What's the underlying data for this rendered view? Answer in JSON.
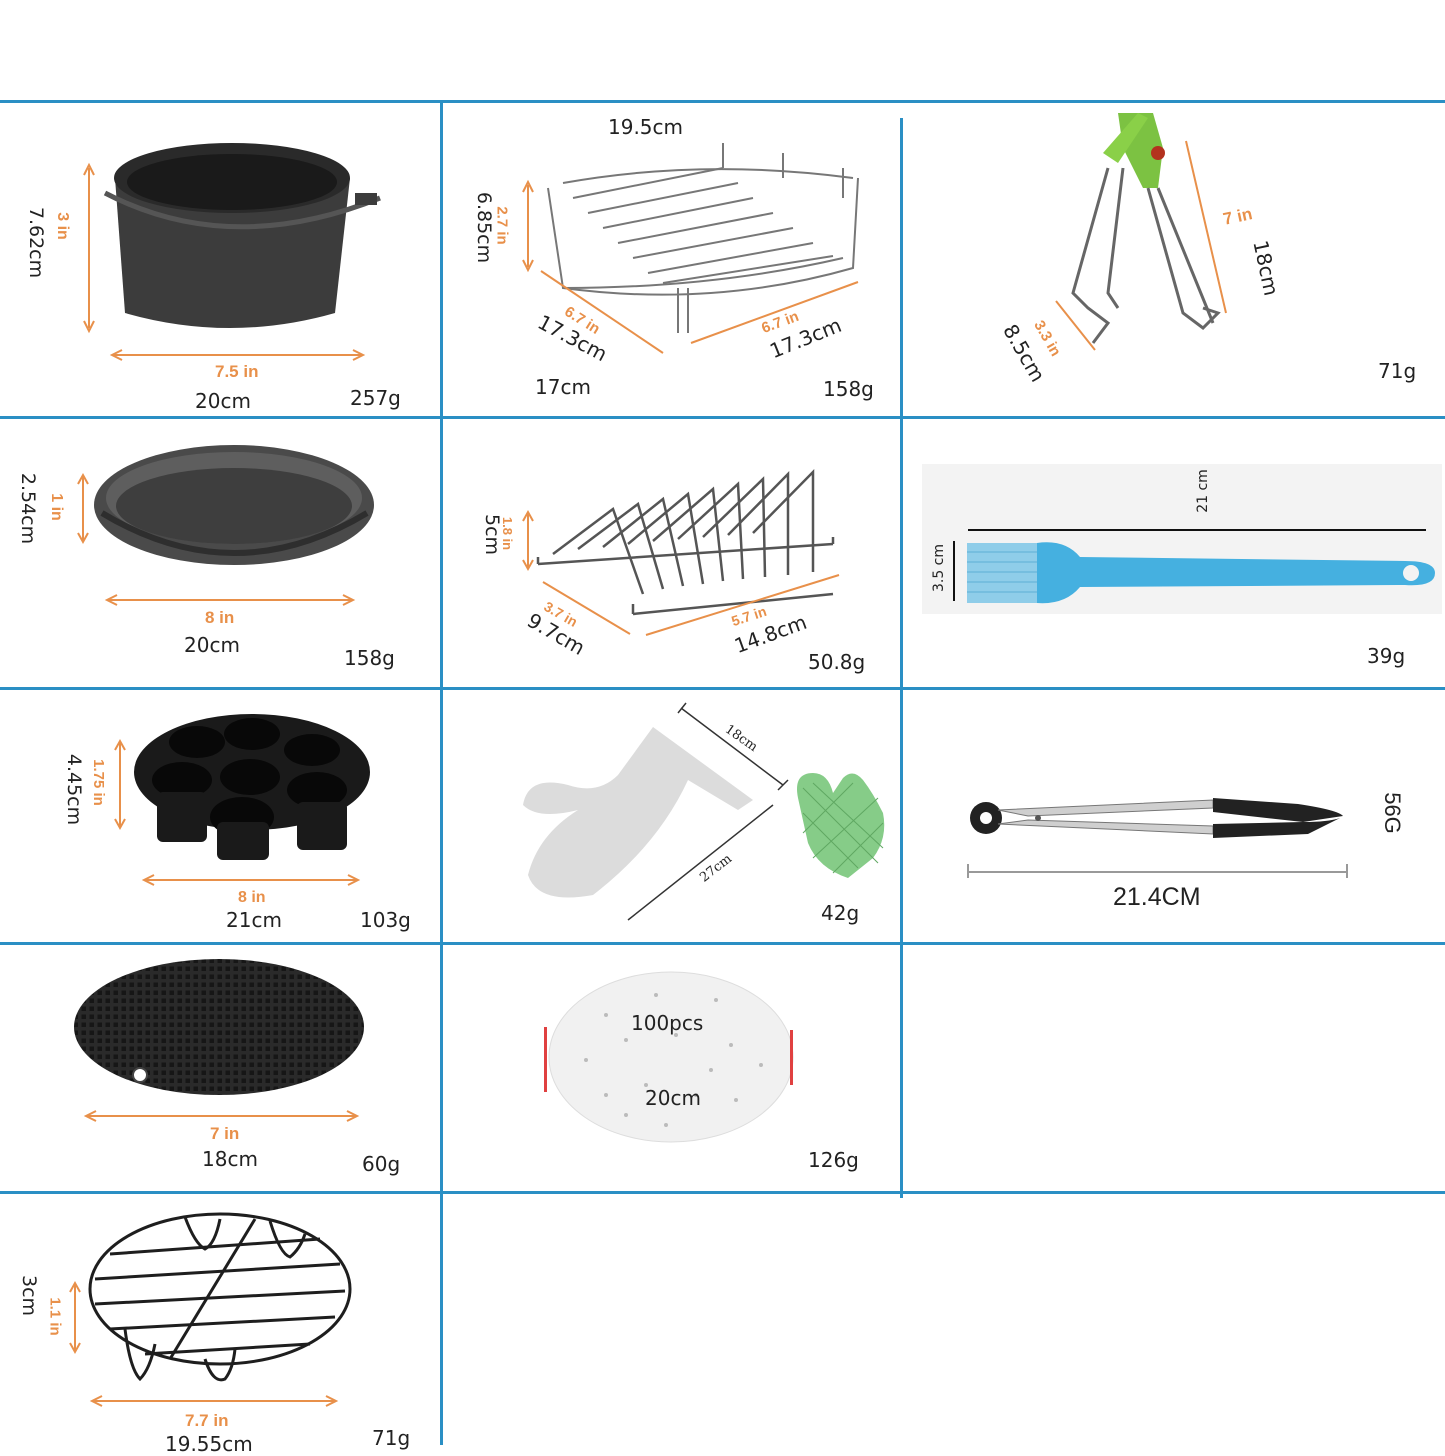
{
  "items": [
    {
      "id": "basket",
      "dim_h_in": "3 in",
      "dim_h_cm": "7.62cm",
      "dim_w_in": "7.5 in",
      "dim_w_cm": "20cm",
      "weight": "257g"
    },
    {
      "id": "double-rack",
      "dim_top": "19.5cm",
      "dim_h_in": "2.7 in",
      "dim_h_cm": "6.85cm",
      "dim_d_in": "6.7 in",
      "dim_d_cm": "17.3cm",
      "dim_w_in": "6.7 in",
      "dim_w_cm": "17.3cm",
      "dim_bottom": "17cm",
      "weight": "158g"
    },
    {
      "id": "plate-clip",
      "dim_len_in": "7 in",
      "dim_len_cm": "18cm",
      "dim_w_in": "3.3 in",
      "dim_w_cm": "8.5cm",
      "weight": "71g"
    },
    {
      "id": "pizza-pan",
      "dim_h_in": "1 in",
      "dim_h_cm": "2.54cm",
      "dim_w_in": "8 in",
      "dim_w_cm": "20cm",
      "weight": "158g"
    },
    {
      "id": "skewer-rack",
      "dim_h_in": "1.8 in",
      "dim_h_cm": "5cm",
      "dim_d_in": "3.7 in",
      "dim_d_cm": "9.7cm",
      "dim_w_in": "5.7 in",
      "dim_w_cm": "14.8cm",
      "weight": "50.8g"
    },
    {
      "id": "oil-brush",
      "dim_len": "21 cm",
      "dim_w": "3.5 cm",
      "weight": "39g"
    },
    {
      "id": "cake-mold",
      "dim_h_in": "1.75 in",
      "dim_h_cm": "4.45cm",
      "dim_w_in": "8 in",
      "dim_w_cm": "21cm",
      "weight": "103g"
    },
    {
      "id": "oven-mitts",
      "dim_w": "18cm",
      "dim_len": "27cm",
      "weight": "42g"
    },
    {
      "id": "food-tongs",
      "dim_len": "21.4CM",
      "weight": "56G"
    },
    {
      "id": "silicone-mat",
      "dim_w_in": "7 in",
      "dim_w_cm": "18cm",
      "weight": "60g"
    },
    {
      "id": "parchment-paper",
      "count": "100pcs",
      "size": "20cm",
      "weight": "126g"
    },
    {
      "id": "steam-rack",
      "dim_h_in": "1.1 in",
      "dim_h_cm": "3cm",
      "dim_w_in": "7.7 in",
      "dim_w_cm": "19.55cm",
      "weight": "71g"
    }
  ],
  "colors": {
    "grid": "#2a8fc4",
    "dimension": "#e8904a",
    "metal": "#3a3a3a",
    "green": "#7cc242",
    "blue": "#45b0e0"
  }
}
